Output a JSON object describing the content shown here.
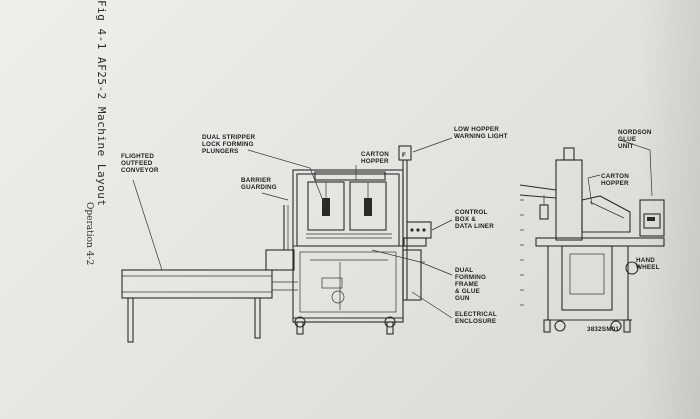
{
  "figure": {
    "title": "Fig 4-1 AF25-2 Machine Layout",
    "operation": "Operation 4-2"
  },
  "labels": {
    "flighted_conveyor": [
      "FLIGHTED",
      "OUTFEED",
      "CONVEYOR"
    ],
    "dual_stripper": [
      "DUAL STRIPPER",
      "LOCK FORMING",
      "PLUNGERS"
    ],
    "barrier_guarding": [
      "BARRIER",
      "GUARDING"
    ],
    "carton_hopper": [
      "CARTON",
      "HOPPER"
    ],
    "low_hopper_light": [
      "LOW HOPPER",
      "WARNING LIGHT"
    ],
    "control_box": [
      "CONTROL",
      "BOX &",
      "DATA LINER"
    ],
    "dual_forming_frame": [
      "DUAL",
      "FORMING",
      "FRAME",
      "& GLUE",
      "GUN"
    ],
    "electrical_enclosure": [
      "ELECTRICAL",
      "ENCLOSURE"
    ],
    "nordson_glue": [
      "NORDSON",
      "GLUE",
      "UNIT"
    ],
    "carton_hopper_side": [
      "CARTON",
      "HOPPER"
    ],
    "hand_wheel": [
      "HAND",
      "WHEEL"
    ],
    "drawing_number": "3832SM01"
  },
  "colors": {
    "paper": "#e9e9e4",
    "ink": "#2a2a2a"
  }
}
